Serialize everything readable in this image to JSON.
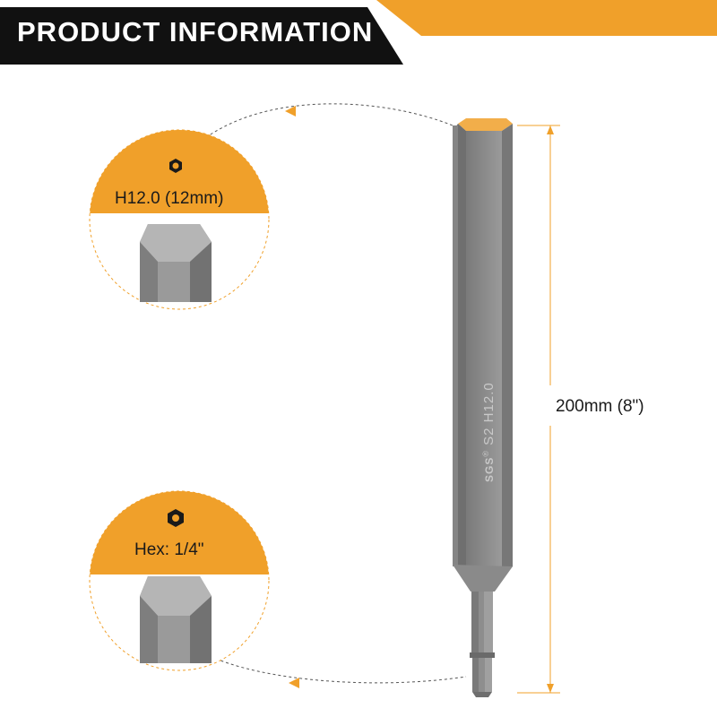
{
  "banner": {
    "title": "PRODUCT INFORMATION",
    "colors": {
      "background": "#111111",
      "accent": "#f0a02a",
      "text": "#ffffff"
    }
  },
  "callouts": [
    {
      "label": "H12.0 (12mm)",
      "icon": "hex-nut-icon",
      "detail": "hex-tip-closeup"
    },
    {
      "label": "Hex: 1/4\"",
      "icon": "hex-nut-icon",
      "detail": "hex-shank-closeup"
    }
  ],
  "dimension": {
    "length_label": "200mm (8\")"
  },
  "product": {
    "engraving_brand": "SGS",
    "engraving_mark": "®",
    "engraving_text": "S2 H12.0",
    "colors": {
      "steel": "#8c8c8c",
      "accent": "#f0a02a"
    }
  }
}
